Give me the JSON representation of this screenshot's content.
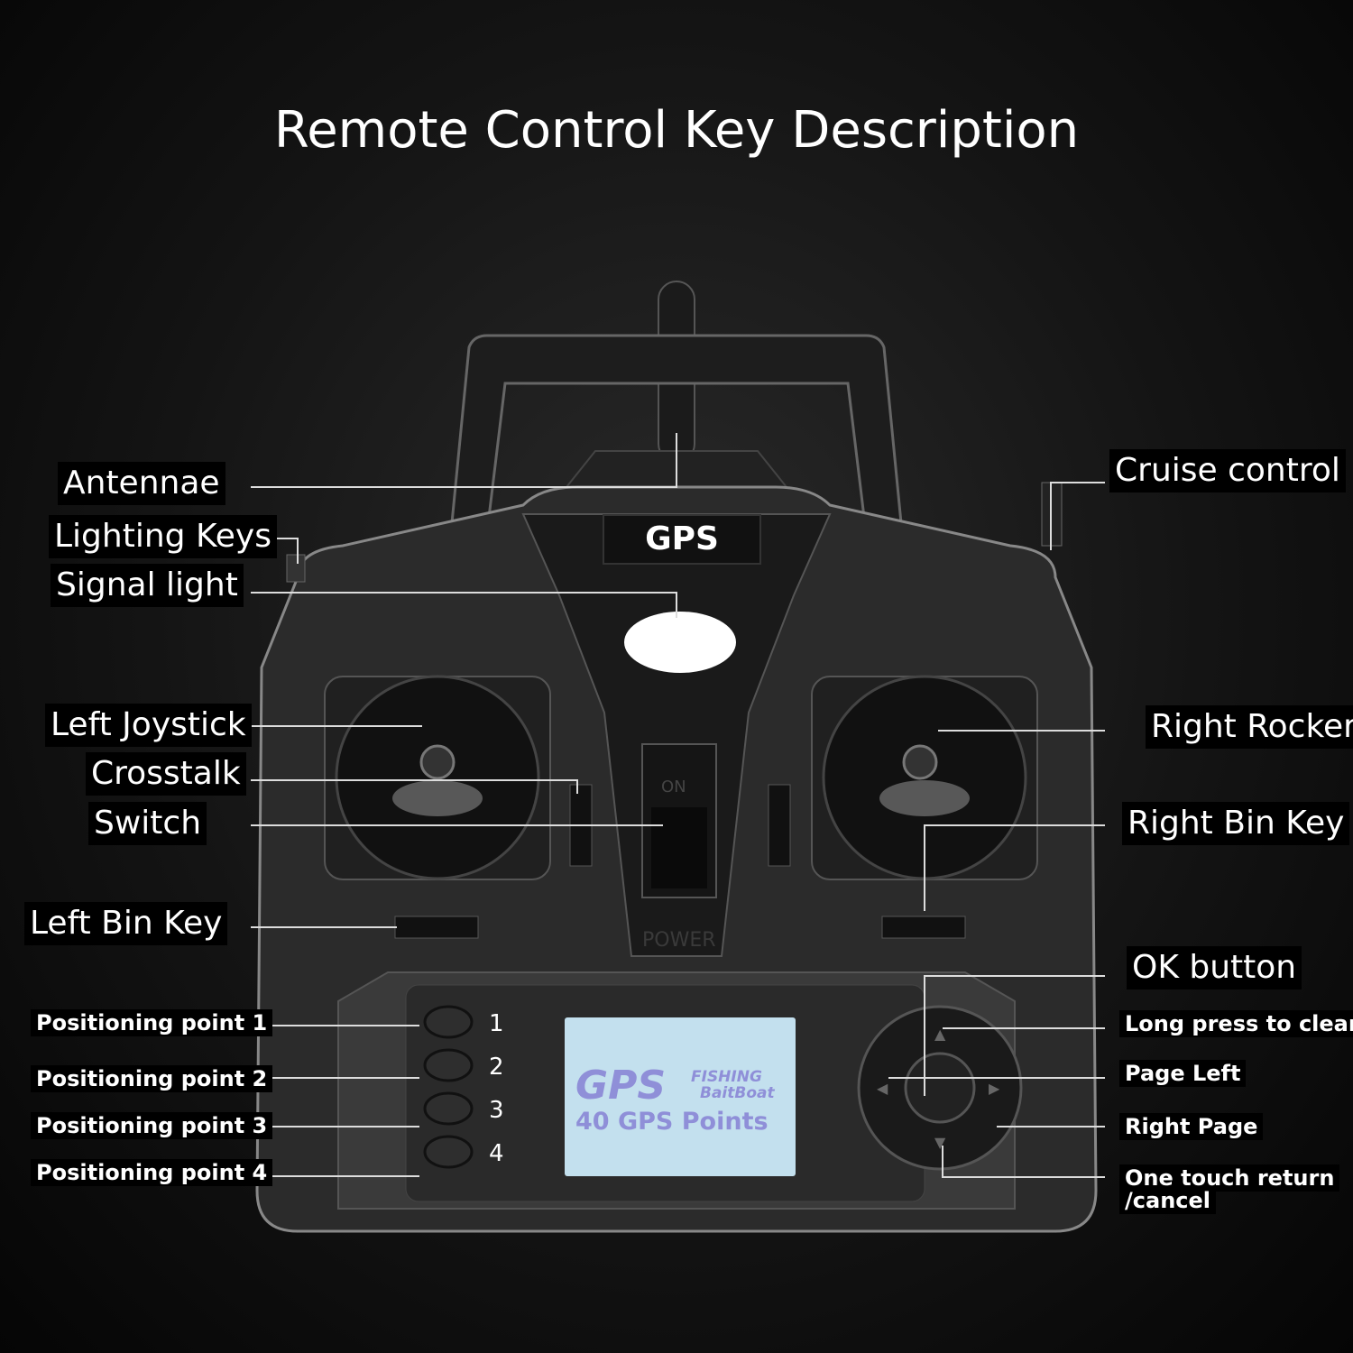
{
  "title": "Remote Control Key Description",
  "device": {
    "badge": "GPS",
    "switch_text": "ON",
    "power_text": "POWER",
    "lcd": {
      "logo": "GPS",
      "line1": "FISHING",
      "line2": "BaitBoat",
      "points": "40 GPS Points"
    },
    "point_numbers": [
      "1",
      "2",
      "3",
      "4"
    ]
  },
  "labels_left": {
    "antennae": "Antennae",
    "lighting_keys": "Lighting Keys",
    "signal_light": "Signal light",
    "left_joystick": "Left Joystick",
    "crosstalk": "Crosstalk",
    "switch": "Switch",
    "left_bin_key": "Left Bin Key",
    "pos1": "Positioning point 1",
    "pos2": "Positioning point 2",
    "pos3": "Positioning point 3",
    "pos4": "Positioning point 4"
  },
  "labels_right": {
    "cruise_control": "Cruise control",
    "right_rocker": "Right Rocker",
    "right_bin_key": "Right Bin Key",
    "ok_button": "OK button",
    "long_press": "Long press to clear",
    "page_left": "Page Left",
    "right_page": "Right Page",
    "return_1": "One touch return",
    "return_2": "/cancel"
  },
  "colors": {
    "lcd": "#c3e0ee",
    "lcd_text": "#8f8fd8",
    "body": "#2b2b2b"
  }
}
